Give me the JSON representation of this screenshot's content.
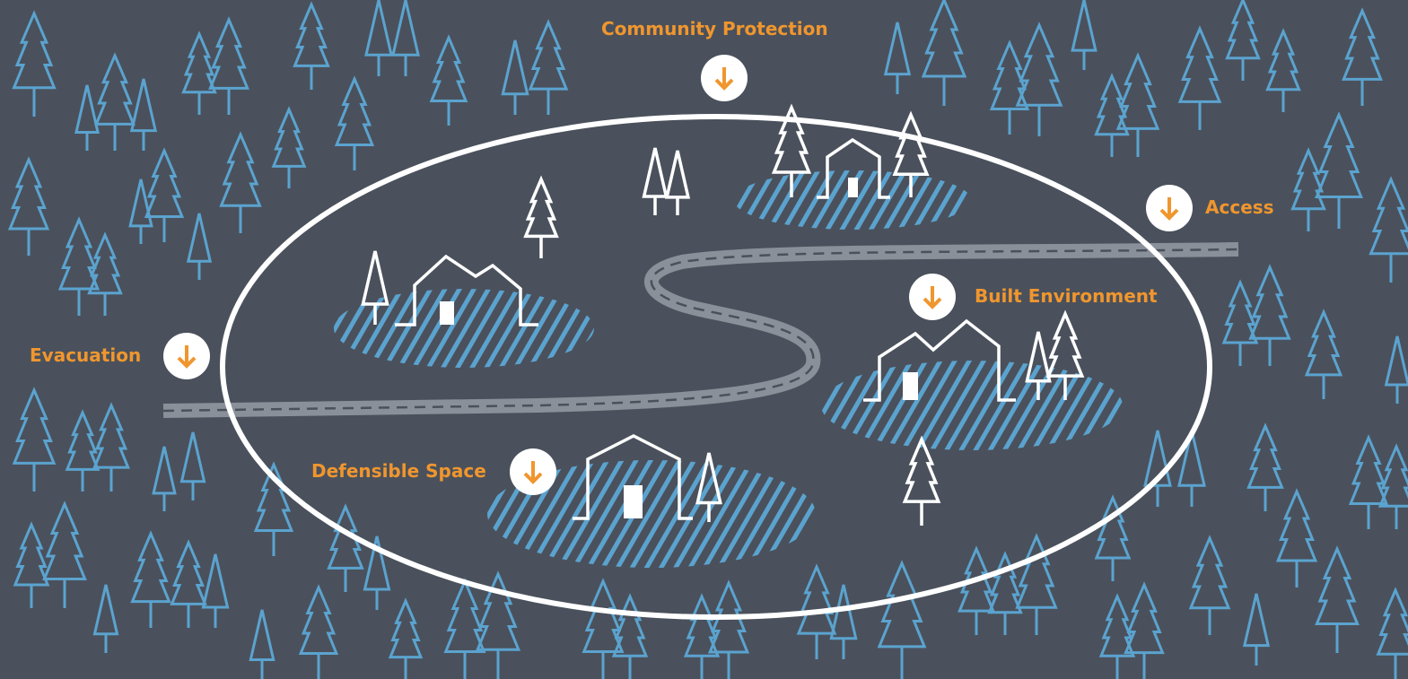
{
  "colors": {
    "background": "#4a515c",
    "tree": "#5ba3cf",
    "accent": "#f0962e",
    "road": "#8a9099",
    "outline": "#ffffff"
  },
  "labels": {
    "community_protection": "Community Protection",
    "access": "Access",
    "built_environment": "Built Environment",
    "evacuation": "Evacuation",
    "defensible_space": "Defensible Space"
  },
  "icons": {
    "marker": "arrow-down-icon"
  }
}
